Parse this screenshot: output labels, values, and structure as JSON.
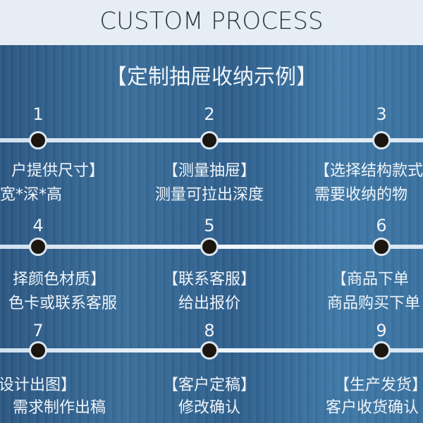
{
  "header": {
    "title_en": "CUSTOM PROCESS"
  },
  "subtitle": "【定制抽屉收纳示例】",
  "steps": [
    {
      "number": "1",
      "title": "户提供尺寸】",
      "desc": "宽*深*高"
    },
    {
      "number": "2",
      "title": "【测量抽屉】",
      "desc": "测量可拉出深度"
    },
    {
      "number": "3",
      "title": "【选择结构款式",
      "desc": "需要收纳的物"
    },
    {
      "number": "4",
      "title": "择颜色材质】",
      "desc": "色卡或联系客服"
    },
    {
      "number": "5",
      "title": "【联系客服】",
      "desc": "给出报价"
    },
    {
      "number": "6",
      "title": "【商品下单",
      "desc": "商品购买下单"
    },
    {
      "number": "7",
      "title": "设计出图】",
      "desc": "需求制作出稿"
    },
    {
      "number": "8",
      "title": "【客户定稿】",
      "desc": "修改确认"
    },
    {
      "number": "9",
      "title": "【生产发货】",
      "desc": "客户收货确认"
    }
  ],
  "colors": {
    "band": "#2f5f8c",
    "top": "#e6edf4",
    "dot": "#1c1610",
    "text": "#eef4fa"
  }
}
